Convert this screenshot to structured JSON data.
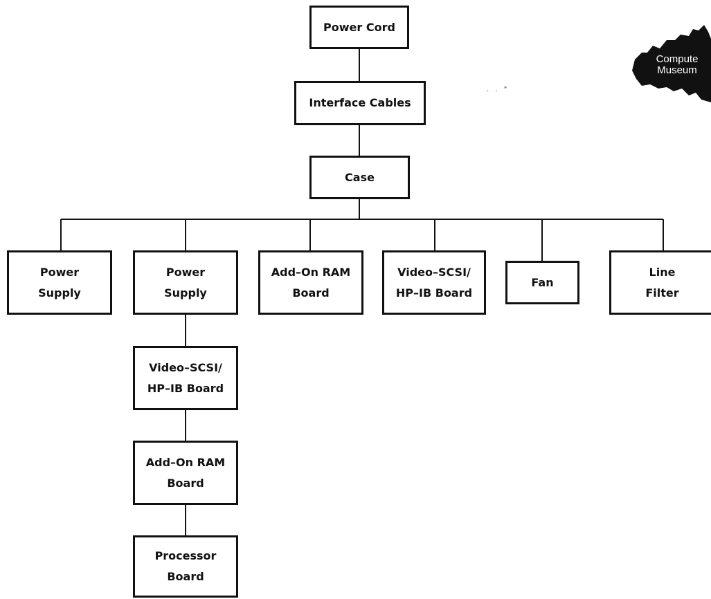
{
  "diagram": {
    "nodes": {
      "power_cord": {
        "lines": [
          "Power  Cord"
        ]
      },
      "interface_cables": {
        "lines": [
          "Interface  Cables"
        ]
      },
      "case": {
        "lines": [
          "Case"
        ]
      },
      "power_supply_1": {
        "lines": [
          "Power",
          "Supply"
        ]
      },
      "power_supply_2": {
        "lines": [
          "Power",
          "Supply"
        ]
      },
      "addon_ram_1": {
        "lines": [
          "Add–On  RAM",
          "Board"
        ]
      },
      "video_scsi_1": {
        "lines": [
          "Video–SCSI/",
          "HP–IB  Board"
        ]
      },
      "fan": {
        "lines": [
          "Fan"
        ]
      },
      "line_filter": {
        "lines": [
          "Line",
          "Filter"
        ]
      },
      "video_scsi_2": {
        "lines": [
          "Video–SCSI/",
          "HP–IB  Board"
        ]
      },
      "addon_ram_2": {
        "lines": [
          "Add–On  RAM",
          "Board"
        ]
      },
      "processor_board": {
        "lines": [
          "Processor",
          "Board"
        ]
      }
    },
    "edges": [
      [
        "power_cord",
        "interface_cables"
      ],
      [
        "interface_cables",
        "case"
      ],
      [
        "case",
        "power_supply_1"
      ],
      [
        "case",
        "power_supply_2"
      ],
      [
        "case",
        "addon_ram_1"
      ],
      [
        "case",
        "video_scsi_1"
      ],
      [
        "case",
        "fan"
      ],
      [
        "case",
        "line_filter"
      ],
      [
        "power_supply_2",
        "video_scsi_2"
      ],
      [
        "video_scsi_2",
        "addon_ram_2"
      ],
      [
        "addon_ram_2",
        "processor_board"
      ]
    ]
  },
  "logo": {
    "line1": "Compute",
    "line2": "Museum"
  },
  "specks": ". .  \""
}
